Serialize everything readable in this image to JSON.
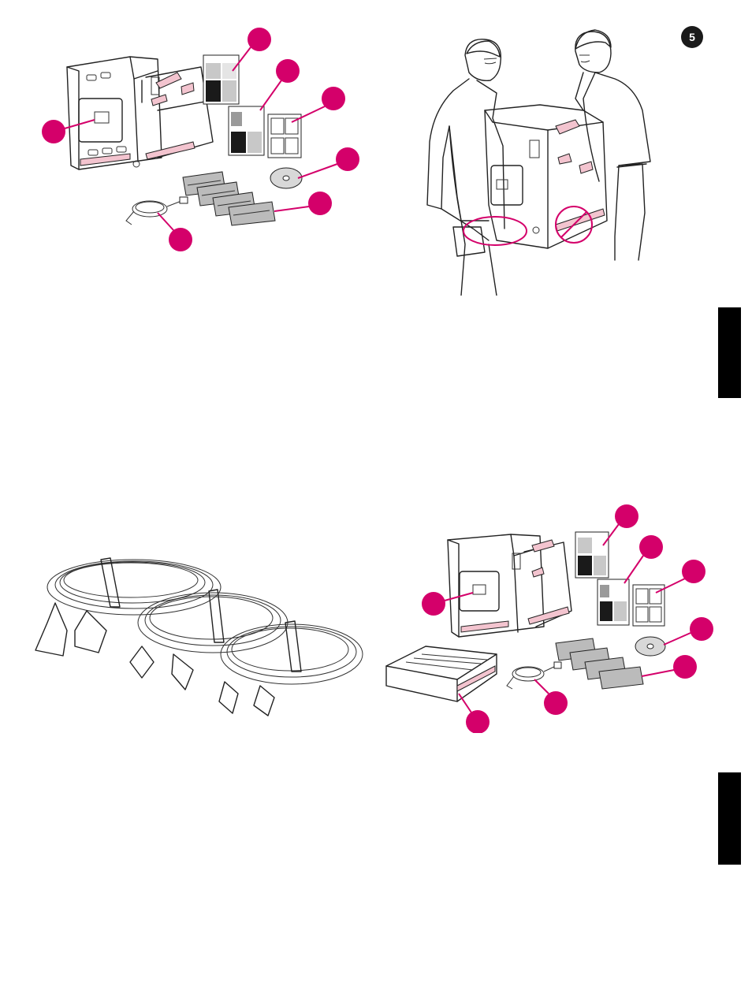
{
  "page_number": "5",
  "colors": {
    "callout": "#d4006a",
    "tape": "#f3c4cf",
    "side_tab": "#000000",
    "page_badge": "#1a1a1a"
  },
  "figures": [
    {
      "id": "box-contents",
      "icons": [
        "printer-icon",
        "booklet-icon",
        "booklet-icon",
        "sticker-sheet-icon",
        "cd-icon",
        "toner-cartridges-icon",
        "power-cord-icon"
      ],
      "callouts": 7
    },
    {
      "id": "two-people-lifting-printer",
      "icons": [
        "person-icon",
        "person-icon",
        "printer-icon"
      ]
    },
    {
      "id": "interface-cables",
      "icons": [
        "parallel-cable-icon",
        "usb-cable-icon",
        "phone-cable-icon"
      ]
    },
    {
      "id": "box-contents-with-tray",
      "icons": [
        "printer-icon",
        "booklet-icon",
        "booklet-icon",
        "sticker-sheet-icon",
        "cd-icon",
        "toner-cartridges-icon",
        "power-cord-icon",
        "paper-tray-icon"
      ],
      "callouts": 8
    }
  ]
}
